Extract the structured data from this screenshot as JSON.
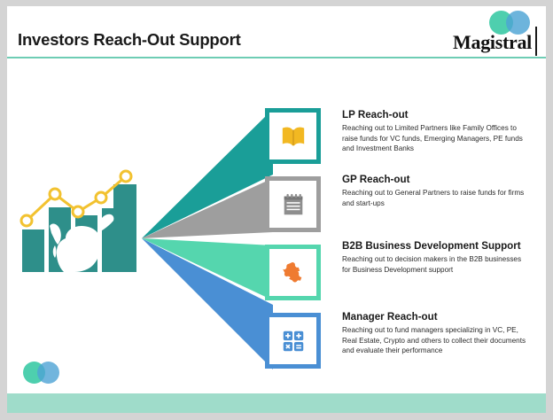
{
  "slide": {
    "title": "Investors Reach-Out Support",
    "accent_teal": "#6ecdb4",
    "footer_color": "#9fdcca"
  },
  "brand": {
    "name": "Magistral",
    "mark_icon": "two-overlapping-circles-icon",
    "green": "#4ecfae",
    "blue": "#4da3d4"
  },
  "illustration": {
    "name": "bull-market-bar-chart-illustration",
    "bar_color": "#2e8f8a",
    "line_color": "#f2c230",
    "bull_color": "#ffffff"
  },
  "items": [
    {
      "id": "lp-reach-out",
      "heading": "LP Reach-out",
      "body": "Reaching out to Limited Partners like Family Offices to raise funds for VC funds, Emerging Managers, PE funds and Investment Banks",
      "icon": "open-book-icon",
      "icon_color": "#f2b822",
      "accent": "#1a9e98",
      "wedge": "#1a9e98"
    },
    {
      "id": "gp-reach-out",
      "heading": "GP Reach-out",
      "body": "Reaching out to General Partners to raise funds for firms and start-ups",
      "icon": "notepad-icon",
      "icon_color": "#8e8e8e",
      "accent": "#9e9e9e",
      "wedge": "#9e9e9e"
    },
    {
      "id": "b2b-business-development-support",
      "heading": "B2B Business Development Support",
      "body": "Reaching out to decision makers in the B2B businesses for Business Development support",
      "icon": "puzzle-piece-icon",
      "icon_color": "#ef7b31",
      "accent": "#55d6ae",
      "wedge": "#55d6ae"
    },
    {
      "id": "manager-reach-out",
      "heading": "Manager Reach-out",
      "body": "Reaching out to fund managers specializing in VC, PE, Real Estate, Crypto and others to collect their documents and evaluate their performance",
      "icon": "calculator-icon",
      "icon_color": "#4a8fd4",
      "accent": "#4a8fd4",
      "wedge": "#4a8fd4"
    }
  ]
}
